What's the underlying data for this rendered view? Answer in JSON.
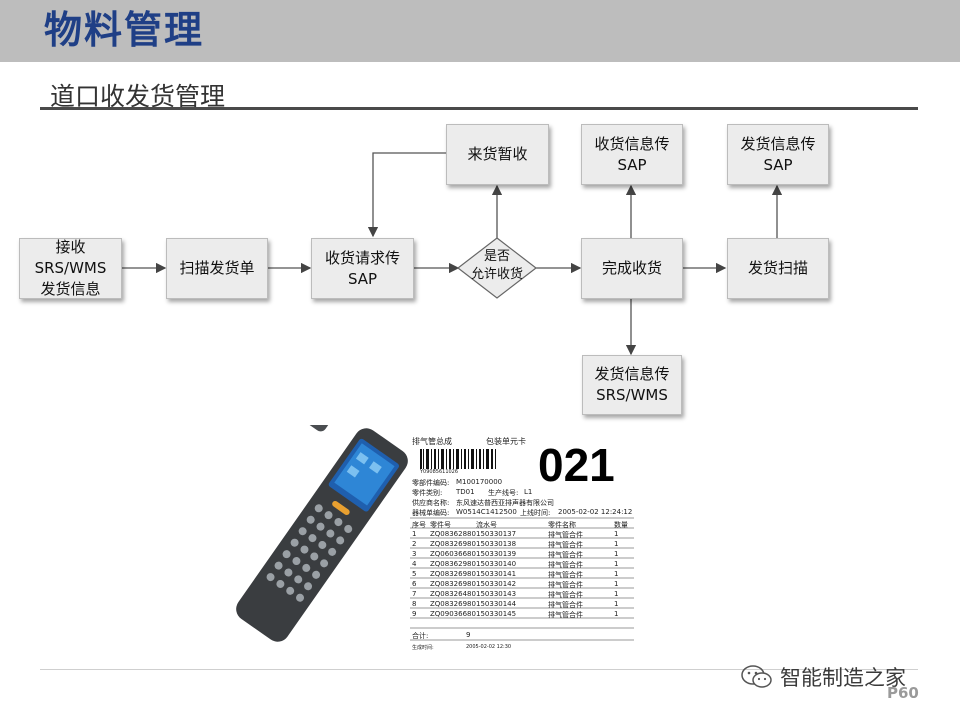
{
  "header": {
    "title": "物料管理"
  },
  "section": {
    "subtitle": "道口收发货管理"
  },
  "flow": {
    "nodes": {
      "receive_info": "接收SRS/WMS\n发货信息",
      "scan_doc": "扫描发货单",
      "request_sap": "收货请求传SAP",
      "decision": "是否\n允许收货",
      "temp_receive": "来货暂收",
      "complete_receive": "完成收货",
      "recv_to_sap": "收货信息传SAP",
      "ship_to_sap": "发货信息传SAP",
      "ship_scan": "发货扫描",
      "ship_to_srs": "发货信息传\nSRS/WMS"
    }
  },
  "slip": {
    "big_number": "021",
    "header_left": "排气管总成",
    "header_right": "包装单元卡",
    "barcode_text": "Y09085611026",
    "fields": [
      {
        "label": "零部件编码:",
        "value": "M100170000"
      },
      {
        "label": "零件类别:",
        "value": "TD01",
        "extra_label": "生产线号:",
        "extra_value": "L1"
      },
      {
        "label": "供应商名称:",
        "value": "东风速达普西亚排声器有限公司"
      },
      {
        "label": "器械单编码:",
        "value": "W0514C1412500",
        "extra_label": "上线时间:",
        "extra_value": "2005-02-02 12:24:12"
      }
    ],
    "columns": [
      "序号",
      "零件号",
      "流水号",
      "零件名称",
      "数量"
    ],
    "rows": [
      [
        "1",
        "ZQ08362880",
        "150330137",
        "排气管合件",
        "1"
      ],
      [
        "2",
        "ZQ08326980",
        "150330138",
        "排气管合件",
        "1"
      ],
      [
        "3",
        "ZQ06036680",
        "150330139",
        "排气管合件",
        "1"
      ],
      [
        "4",
        "ZQ08362980",
        "150330140",
        "排气管合件",
        "1"
      ],
      [
        "5",
        "ZQ08326980",
        "150330141",
        "排气管合件",
        "1"
      ],
      [
        "6",
        "ZQ08326980",
        "150330142",
        "排气管合件",
        "1"
      ],
      [
        "7",
        "ZQ08326480",
        "150330143",
        "排气管合件",
        "1"
      ],
      [
        "8",
        "ZQ08326980",
        "150330144",
        "排气管合件",
        "1"
      ],
      [
        "9",
        "ZQ09036680",
        "150330145",
        "排气管合件",
        "1"
      ]
    ],
    "total_label": "合计:",
    "total_value": "9",
    "footer_label": "生成时间:",
    "footer_value": "2005-02-02 12:30"
  },
  "footer": {
    "watermark": "智能制造之家",
    "page": "P60"
  },
  "colors": {
    "title": "#1f3f86",
    "header_band": "#bdbdbd",
    "box_fill": "#ececec"
  }
}
